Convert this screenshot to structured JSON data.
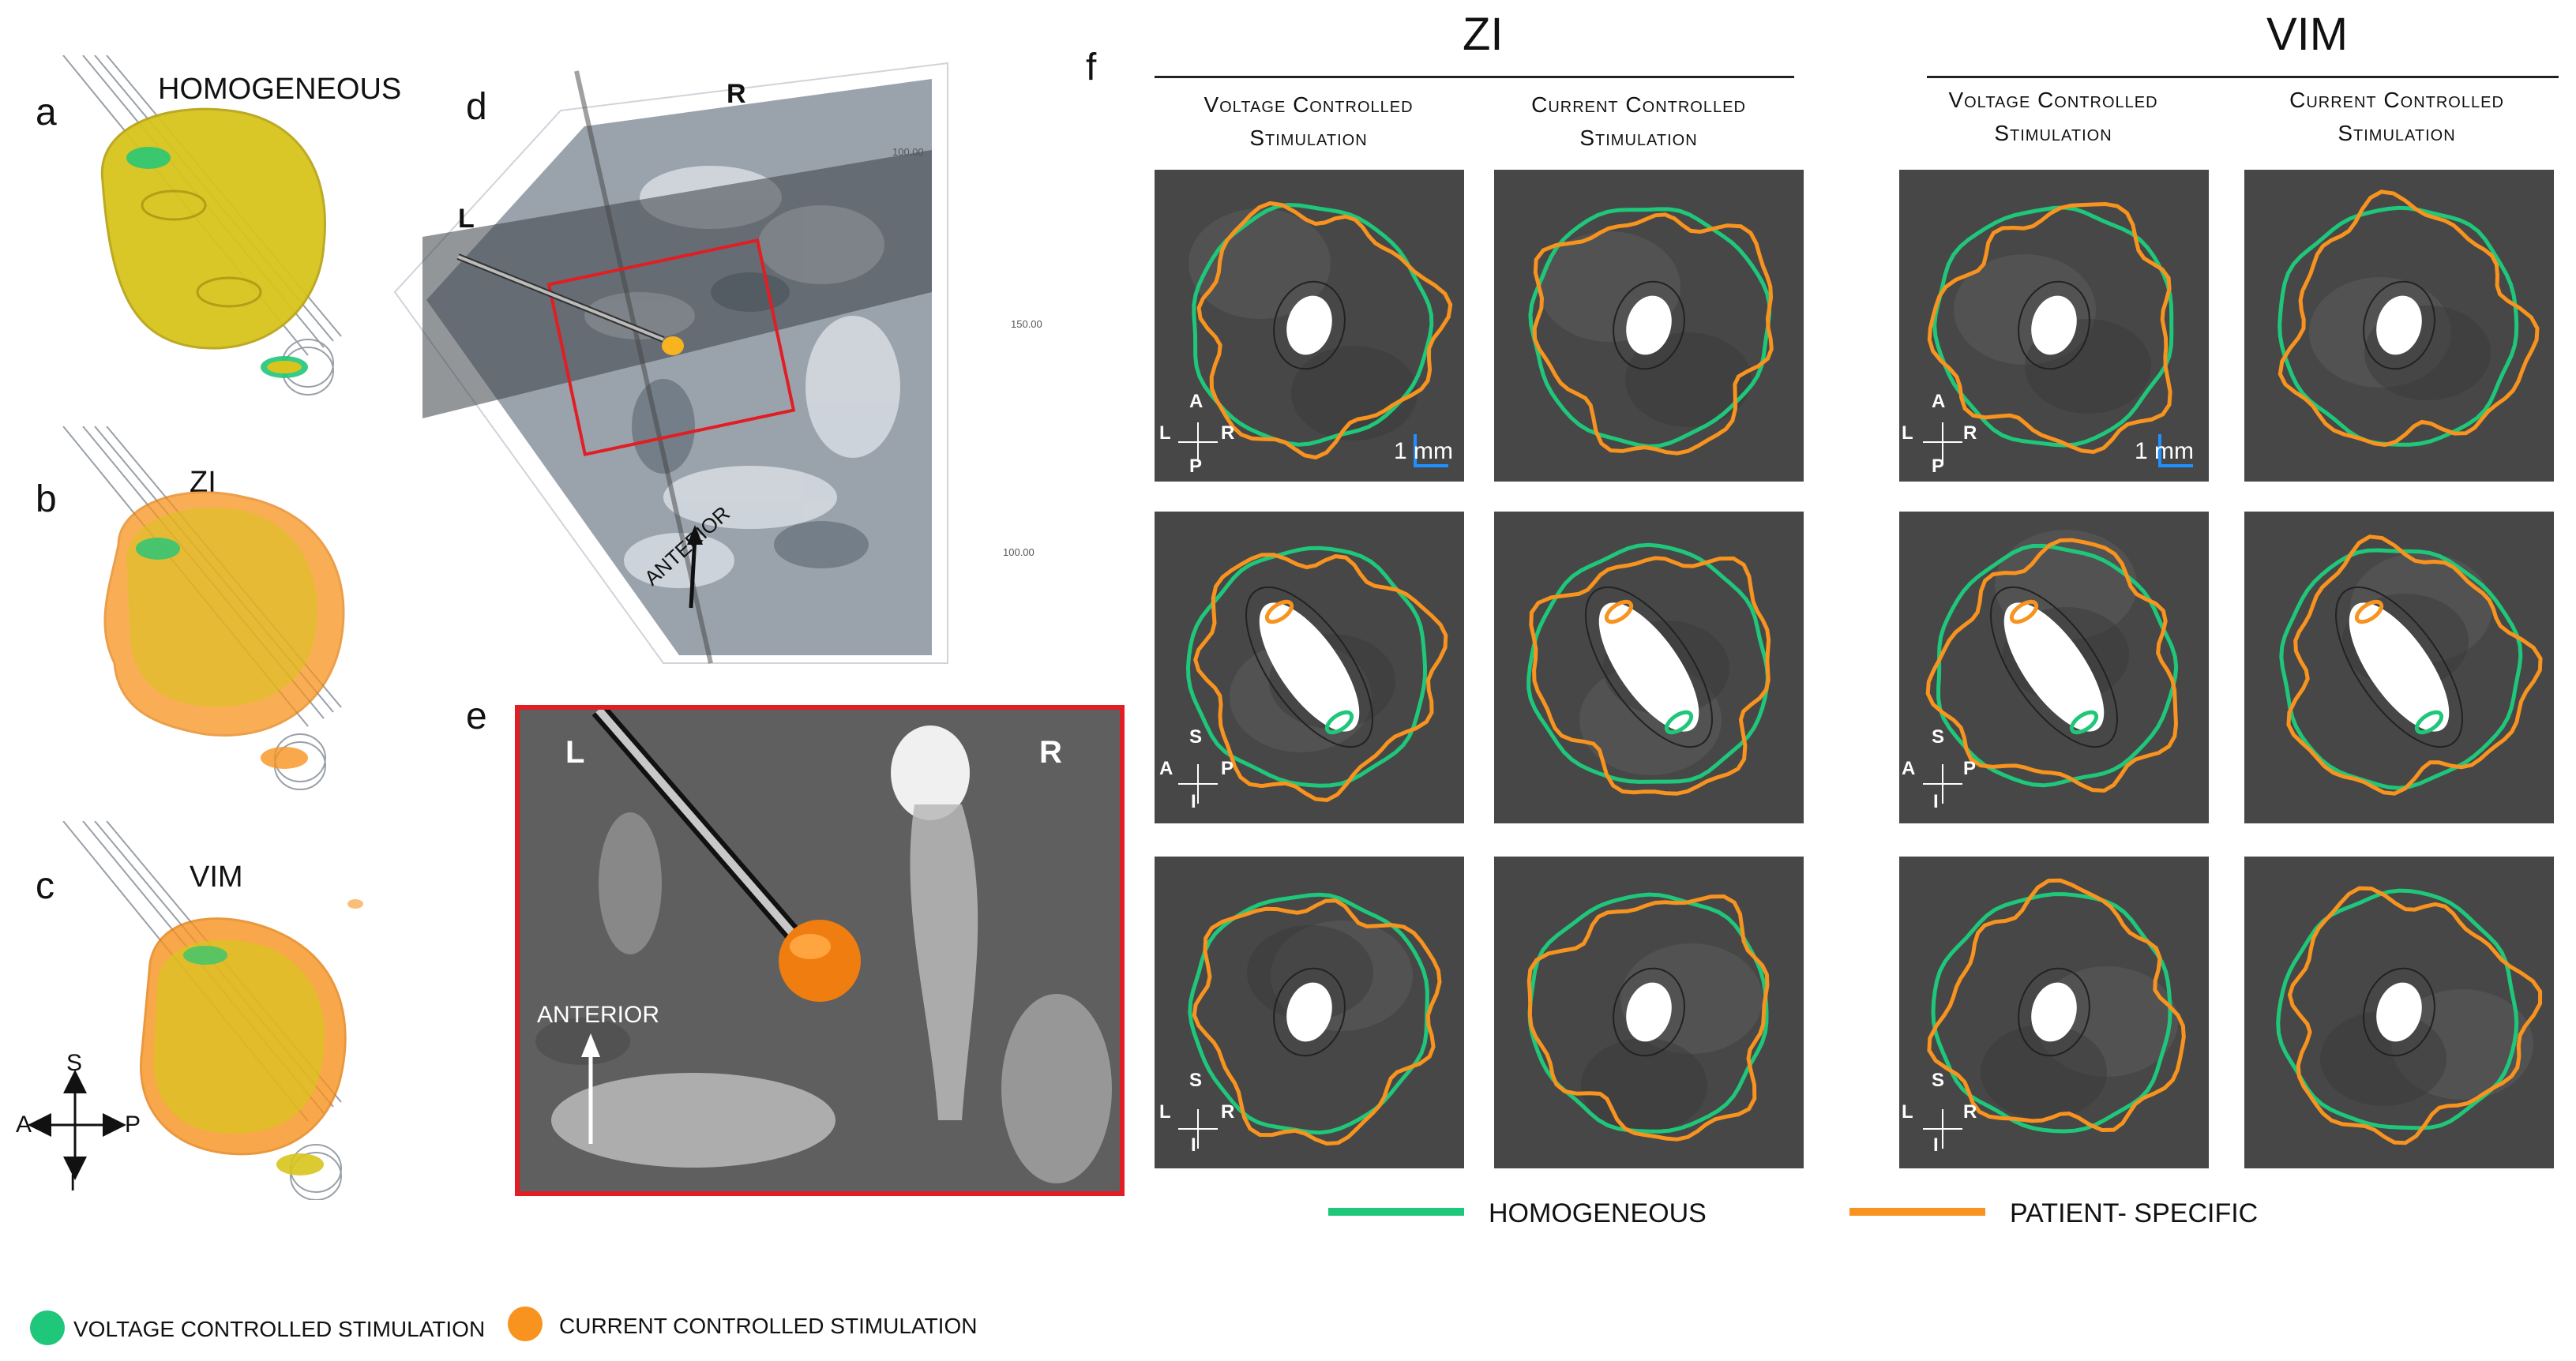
{
  "panels": {
    "a": {
      "letter": "a",
      "title": "HOMOGENEOUS"
    },
    "b": {
      "letter": "b",
      "title": "ZI"
    },
    "c": {
      "letter": "c",
      "title": "VIM"
    },
    "d": {
      "letter": "d",
      "label_l": "L",
      "label_r": "R",
      "anterior": "ANTERIOR",
      "ticks": [
        "100.00",
        "150.00",
        "100.00"
      ]
    },
    "e": {
      "letter": "e",
      "label_l": "L",
      "label_r": "R",
      "anterior": "ANTERIOR"
    },
    "f": {
      "letter": "f"
    }
  },
  "orientation_c": {
    "s": "S",
    "a": "A",
    "p": "P",
    "i": "I"
  },
  "groups": [
    {
      "title": "ZI",
      "col1": "Voltage Controlled Stimulation",
      "col2": "Current Controlled Stimulation"
    },
    {
      "title": "VIM",
      "col1": "Voltage Controlled Stimulation",
      "col2": "Current Controlled Stimulation"
    }
  ],
  "scale_bar": "1 mm",
  "mini_axes": {
    "axial": {
      "top": "A",
      "left": "L",
      "right": "R",
      "bottom": "P"
    },
    "sagittal": {
      "top": "S",
      "left": "A",
      "right": "P",
      "bottom": "I"
    },
    "coronal": {
      "top": "S",
      "left": "L",
      "right": "R",
      "bottom": "I"
    }
  },
  "legend_f": [
    {
      "label": "HOMOGENEOUS",
      "color": "#1fc77a"
    },
    {
      "label": "PATIENT- SPECIFIC",
      "color": "#f7931e"
    }
  ],
  "legend_bottom": [
    {
      "label": "VOLTAGE CONTROLLED STIMULATION",
      "color": "#1fc77a"
    },
    {
      "label": "CURRENT CONTROLLED STIMULATION",
      "color": "#f7931e"
    }
  ],
  "colors": {
    "green": "#1fc77a",
    "orange": "#f7931e",
    "yellow": "#d6c21e",
    "red": "#e01e24"
  }
}
